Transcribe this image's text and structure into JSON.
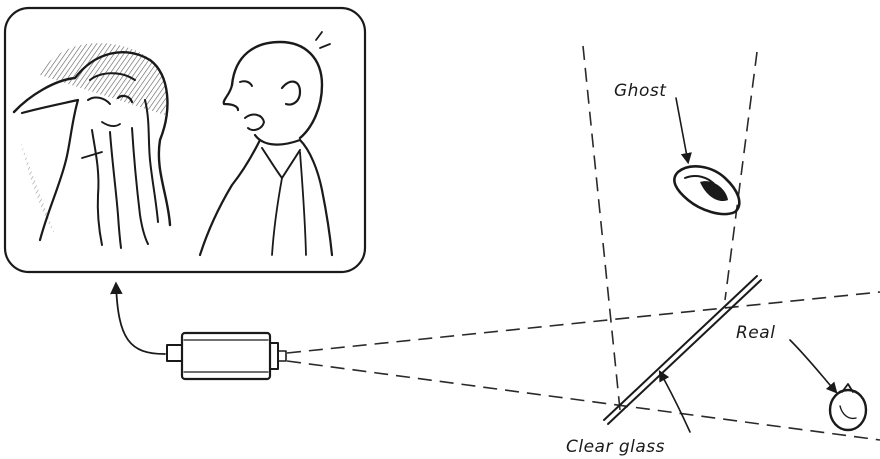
{
  "labels": {
    "ghost": "Ghost",
    "real": "Real",
    "glass": "Clear glass"
  }
}
